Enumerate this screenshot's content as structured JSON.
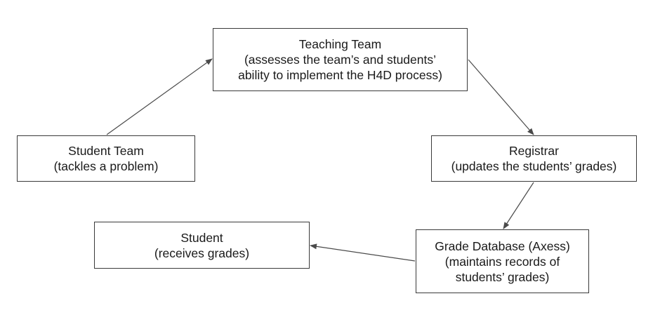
{
  "diagram": {
    "nodes": [
      {
        "id": "teaching_team",
        "lines": [
          "Teaching Team",
          "(assesses the team’s and students’",
          "ability to implement the H4D process)"
        ]
      },
      {
        "id": "student_team",
        "lines": [
          "Student Team",
          "(tackles a problem)"
        ]
      },
      {
        "id": "registrar",
        "lines": [
          "Registrar",
          "(updates the students’ grades)"
        ]
      },
      {
        "id": "student",
        "lines": [
          "Student",
          "(receives grades)"
        ]
      },
      {
        "id": "grade_database",
        "lines": [
          "Grade Database (Axess)",
          "(maintains records of",
          "students’ grades)"
        ]
      }
    ],
    "edges": [
      {
        "from": "student_team",
        "to": "teaching_team"
      },
      {
        "from": "teaching_team",
        "to": "registrar"
      },
      {
        "from": "registrar",
        "to": "grade_database"
      },
      {
        "from": "grade_database",
        "to": "student"
      }
    ],
    "colors": {
      "line": "#4a4a4a",
      "border": "#3a3a3a",
      "text": "#1a1a1a",
      "background": "#ffffff"
    }
  }
}
